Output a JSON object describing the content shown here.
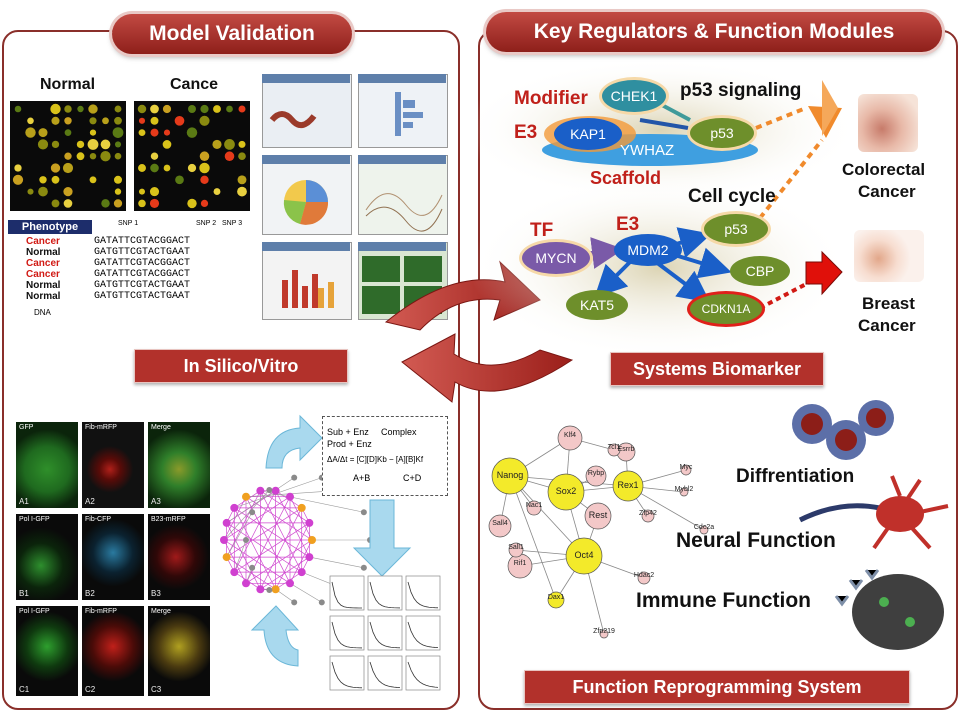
{
  "panels": {
    "left_title": "Model Validation",
    "right_title": "Key Regulators & Function Modules",
    "in_silico": "In Silico/Vitro",
    "systems_biomarker": "Systems Biomarker",
    "function_reprogramming": "Function Reprogramming System"
  },
  "microarray": {
    "normal": "Normal",
    "cancer": "Cance"
  },
  "phenotype": {
    "header": "Phenotype",
    "snps": [
      "SNP 1",
      "SNP 2",
      "SNP 3"
    ],
    "rows": [
      {
        "label": "Cancer",
        "seq": "GATATTCGTACGGACT"
      },
      {
        "label": "Normal",
        "seq": "GATGTTCGTACTGAAT"
      },
      {
        "label": "Cancer",
        "seq": "GATATTCGTACGGACT"
      },
      {
        "label": "Cancer",
        "seq": "GATATTCGTACGGACT"
      },
      {
        "label": "Normal",
        "seq": "GATGTTCGTACTGAAT"
      },
      {
        "label": "Normal",
        "seq": "GATGTTCGTACTGAAT"
      }
    ],
    "dna": "DNA"
  },
  "p53_module": {
    "modifier": "Modifier",
    "e3": "E3",
    "scaffold": "Scaffold",
    "pathway": "p53 signaling",
    "nodes": {
      "chek1": "CHEK1",
      "kap1": "KAP1",
      "p53": "p53",
      "ywhaz": "YWHAZ"
    }
  },
  "cellcycle_module": {
    "tf": "TF",
    "e3": "E3",
    "pathway": "Cell cycle",
    "nodes": {
      "mycn": "MYCN",
      "mdm2": "MDM2",
      "p53": "p53",
      "cbp": "CBP",
      "kat5": "KAT5",
      "cdkn1a": "CDKN1A"
    }
  },
  "diseases": {
    "colorectal": [
      "Colorectal",
      "Cancer"
    ],
    "breast": [
      "Breast",
      "Cancer"
    ]
  },
  "functions": {
    "differentiation": "Diffrentiation",
    "neural": "Neural Function",
    "immune": "Immune Function"
  },
  "micro_images": {
    "row1": [
      "GFP",
      "Fib-mRFP",
      "Merge"
    ],
    "row2": [
      "Pol I-GFP",
      "Fib-CFP",
      "B23-mRFP"
    ],
    "row3": [
      "Pol I-GFP",
      "Fib-mRFP",
      "Merge"
    ],
    "ids": [
      "A1",
      "A2",
      "A3",
      "B1",
      "B2",
      "B3",
      "C1",
      "C2",
      "C3"
    ]
  },
  "equations": {
    "eq1a": "Sub + Enz",
    "eq1b": "Complex",
    "eq1c": "Prod + Enz",
    "eq2": "ΔA/Δt = [C][D]Kb − [A][B]Kf",
    "eq3a": "A+B",
    "eq3b": "C+D"
  },
  "network_genes": [
    "Nanog",
    "Sox2",
    "Oct4",
    "Rex1",
    "Rest",
    "Klf4",
    "Sall4",
    "Rif1",
    "Dax1",
    "Rybp",
    "Esrrb",
    "Nac1",
    "Sall1",
    "Zfp42",
    "Tcl1",
    "Myc",
    "Hdac2",
    "Mybl2",
    "Cdc2a",
    "Zfp219"
  ],
  "colors": {
    "frame": "#8a2f2a",
    "pill": "#a32d27",
    "node_blue": "#1a5fc8",
    "node_green": "#6e8f2b",
    "node_purple": "#7a5aa8",
    "arrow_orange": "#f08a2c",
    "arrow_red": "#d11a14"
  }
}
